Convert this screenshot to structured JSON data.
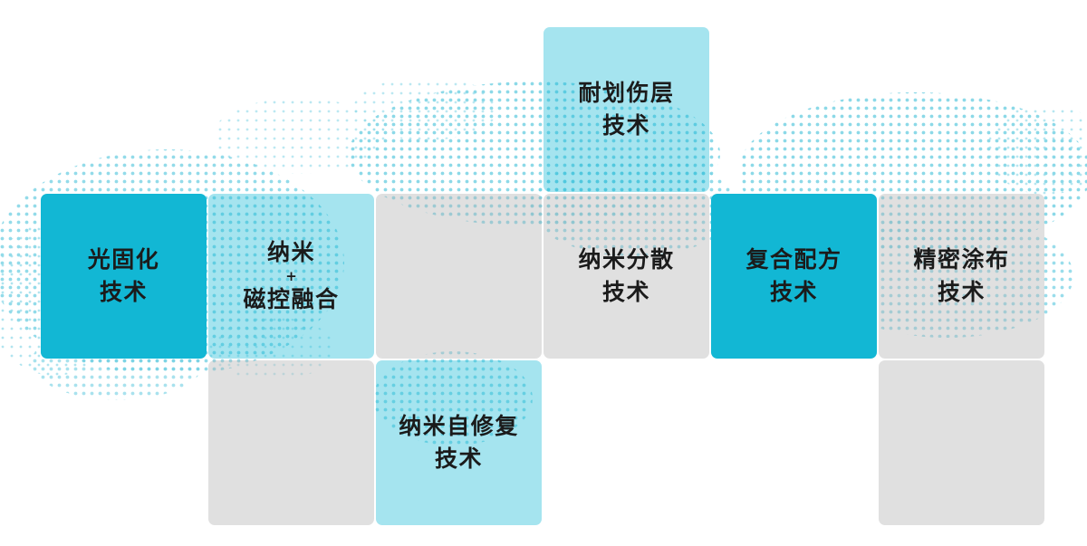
{
  "diagram": {
    "description": "technology-capability-grid",
    "colors": {
      "tile_bright": "#12b7d4",
      "tile_light": "#a8e4ee",
      "tile_gray": "#dcdcdc",
      "map_dot": "#6fcfe2",
      "text": "#1b1b1b",
      "background": "#ffffff"
    },
    "tiles": [
      {
        "id": "scratch-resistant-layer",
        "lines": [
          "耐划伤层",
          "技术"
        ],
        "variant": "light",
        "col": 4,
        "row": 0
      },
      {
        "id": "uv-curing",
        "lines": [
          "光固化",
          "技术"
        ],
        "variant": "bright",
        "col": 1,
        "row": 1
      },
      {
        "id": "nano-magnetron-fusion",
        "lines": [
          "纳米",
          "+",
          "磁控融合"
        ],
        "variant": "light",
        "col": 2,
        "row": 1
      },
      {
        "id": "blank-middle",
        "lines": [],
        "variant": "gray",
        "col": 3,
        "row": 1
      },
      {
        "id": "nano-dispersion",
        "lines": [
          "纳米分散",
          "技术"
        ],
        "variant": "gray",
        "col": 4,
        "row": 1
      },
      {
        "id": "composite-formula",
        "lines": [
          "复合配方",
          "技术"
        ],
        "variant": "bright",
        "col": 5,
        "row": 1
      },
      {
        "id": "precision-coating",
        "lines": [
          "精密涂布",
          "技术"
        ],
        "variant": "gray",
        "col": 6,
        "row": 1
      },
      {
        "id": "blank-bottom-left",
        "lines": [],
        "variant": "gray",
        "col": 2,
        "row": 2
      },
      {
        "id": "nano-self-repair",
        "lines": [
          "纳米自修复",
          "技术"
        ],
        "variant": "light",
        "col": 3,
        "row": 2
      },
      {
        "id": "blank-bottom-right",
        "lines": [],
        "variant": "gray",
        "col": 6,
        "row": 2
      }
    ]
  }
}
